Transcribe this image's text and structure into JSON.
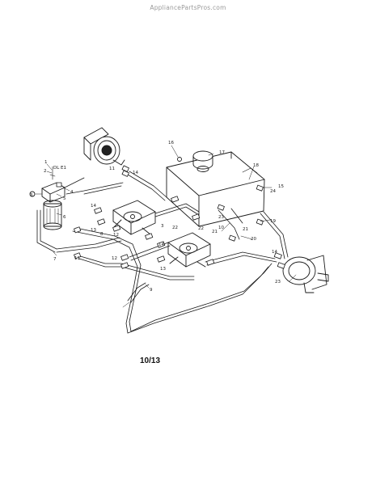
{
  "watermark": "AppliancePartsPros.com",
  "page_code": "10/13",
  "callouts": [
    {
      "id": "c1",
      "text": "1"
    },
    {
      "id": "c2",
      "text": "2"
    },
    {
      "id": "c3",
      "text": "3"
    },
    {
      "id": "c4",
      "text": "4"
    },
    {
      "id": "c5",
      "text": "5"
    },
    {
      "id": "c6",
      "text": "6"
    },
    {
      "id": "c7",
      "text": "7"
    },
    {
      "id": "c8",
      "text": "8"
    },
    {
      "id": "c9",
      "text": "9"
    },
    {
      "id": "c10",
      "text": "10"
    },
    {
      "id": "c11",
      "text": "11"
    },
    {
      "id": "c12",
      "text": "12"
    },
    {
      "id": "c13",
      "text": "13"
    },
    {
      "id": "c14",
      "text": "14"
    },
    {
      "id": "c15",
      "text": "15"
    },
    {
      "id": "c16",
      "text": "16"
    },
    {
      "id": "c17",
      "text": "17"
    },
    {
      "id": "c18",
      "text": "18"
    },
    {
      "id": "c19",
      "text": "19"
    },
    {
      "id": "c20",
      "text": "20"
    },
    {
      "id": "c21",
      "text": "21"
    },
    {
      "id": "c22",
      "text": "22"
    },
    {
      "id": "c23",
      "text": "23"
    },
    {
      "id": "c24",
      "text": "24"
    },
    {
      "id": "c-detail",
      "text": "DL E1"
    },
    {
      "id": "c3b",
      "text": "3"
    },
    {
      "id": "c14b",
      "text": "14"
    },
    {
      "id": "c14c",
      "text": "14"
    },
    {
      "id": "c14d",
      "text": "14"
    },
    {
      "id": "c13b",
      "text": "13"
    },
    {
      "id": "c11b",
      "text": "11"
    },
    {
      "id": "c12b",
      "text": "12"
    },
    {
      "id": "c21b",
      "text": "21"
    },
    {
      "id": "c23b",
      "text": "23"
    },
    {
      "id": "c22b",
      "text": "22"
    }
  ]
}
